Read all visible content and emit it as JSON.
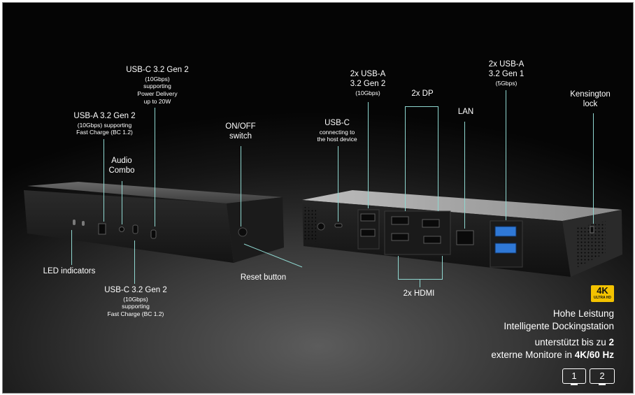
{
  "labels": {
    "usbc_left_top": {
      "title": "USB-C 3.2 Gen 2",
      "detail": "(10Gbps)",
      "detail2": "supporting",
      "detail3": "Power Delivery",
      "detail4": "up to 20W"
    },
    "usba_left": {
      "title": "USB-A 3.2 Gen 2",
      "detail": "(10Gbps) supporting",
      "detail2": "Fast Charge (BC 1.2)"
    },
    "audio": {
      "line1": "Audio",
      "line2": "Combo"
    },
    "onoff": {
      "line1": "ON/OFF",
      "line2": "switch"
    },
    "usbc_host": {
      "title": "USB-C",
      "detail": "connecting to",
      "detail2": "the host device"
    },
    "usba_back_gen2": {
      "line1": "2x USB-A",
      "line2": "3.2 Gen 2",
      "detail": "(10Gbps)"
    },
    "dp": {
      "text": "2x DP"
    },
    "lan": {
      "text": "LAN"
    },
    "usba_back_gen1": {
      "line1": "2x USB-A",
      "line2": "3.2 Gen 1",
      "detail": "(5Gbps)"
    },
    "kensington": {
      "line1": "Kensington",
      "line2": "lock"
    },
    "led": {
      "text": "LED indicators"
    },
    "usbc_left_bottom": {
      "title": "USB-C 3.2 Gen 2",
      "detail": "(10Gbps)",
      "detail2": "supporting",
      "detail3": "Fast Charge (BC 1.2)"
    },
    "reset": {
      "text": "Reset button"
    },
    "hdmi": {
      "text": "2x HDMI"
    }
  },
  "badge": {
    "main": "4K",
    "sub": "ULTRA HD"
  },
  "promo": {
    "line1": "Hohe Leistung",
    "line2": "Intelligente Dockingstation",
    "line3_pre": "unterstützt bis zu ",
    "line3_bold": "2",
    "line4_pre": "externe Monitore in ",
    "line4_bold": "4K/60 Hz"
  },
  "monitors": [
    "1",
    "2"
  ],
  "colors": {
    "accent_line": "#8fd7d0",
    "badge_bg": "#f3c200",
    "port_blue": "#2f78d6"
  }
}
